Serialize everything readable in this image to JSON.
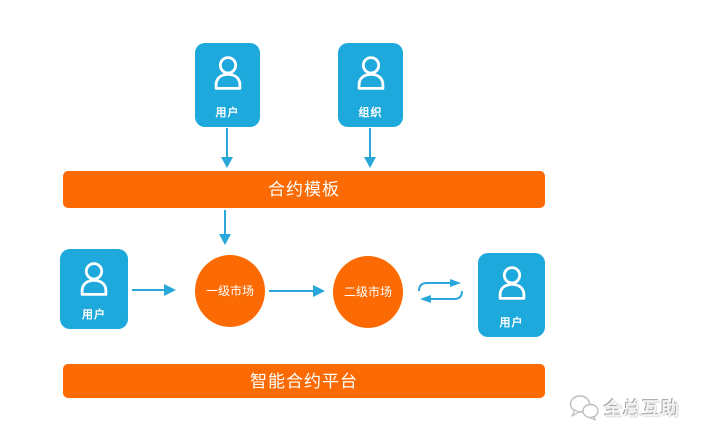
{
  "diagram": {
    "colors": {
      "node_blue": "#1ea9dd",
      "bar_orange": "#fc6a03",
      "arrow_blue": "#29a7d9",
      "watermark_gray": "#bdbdbd"
    },
    "nodes": {
      "user_top": "用户",
      "org_top": "组织",
      "user_left": "用户",
      "user_right": "用户"
    },
    "bars": {
      "contract_template": "合约模板",
      "smart_contract_platform": "智能合约平台"
    },
    "markets": {
      "primary": "一级市场",
      "secondary": "二级市场"
    },
    "icons": {
      "person": "user-icon",
      "watermark_logo": "wechat-logo-icon"
    },
    "watermark": {
      "text": "全总互助"
    }
  }
}
